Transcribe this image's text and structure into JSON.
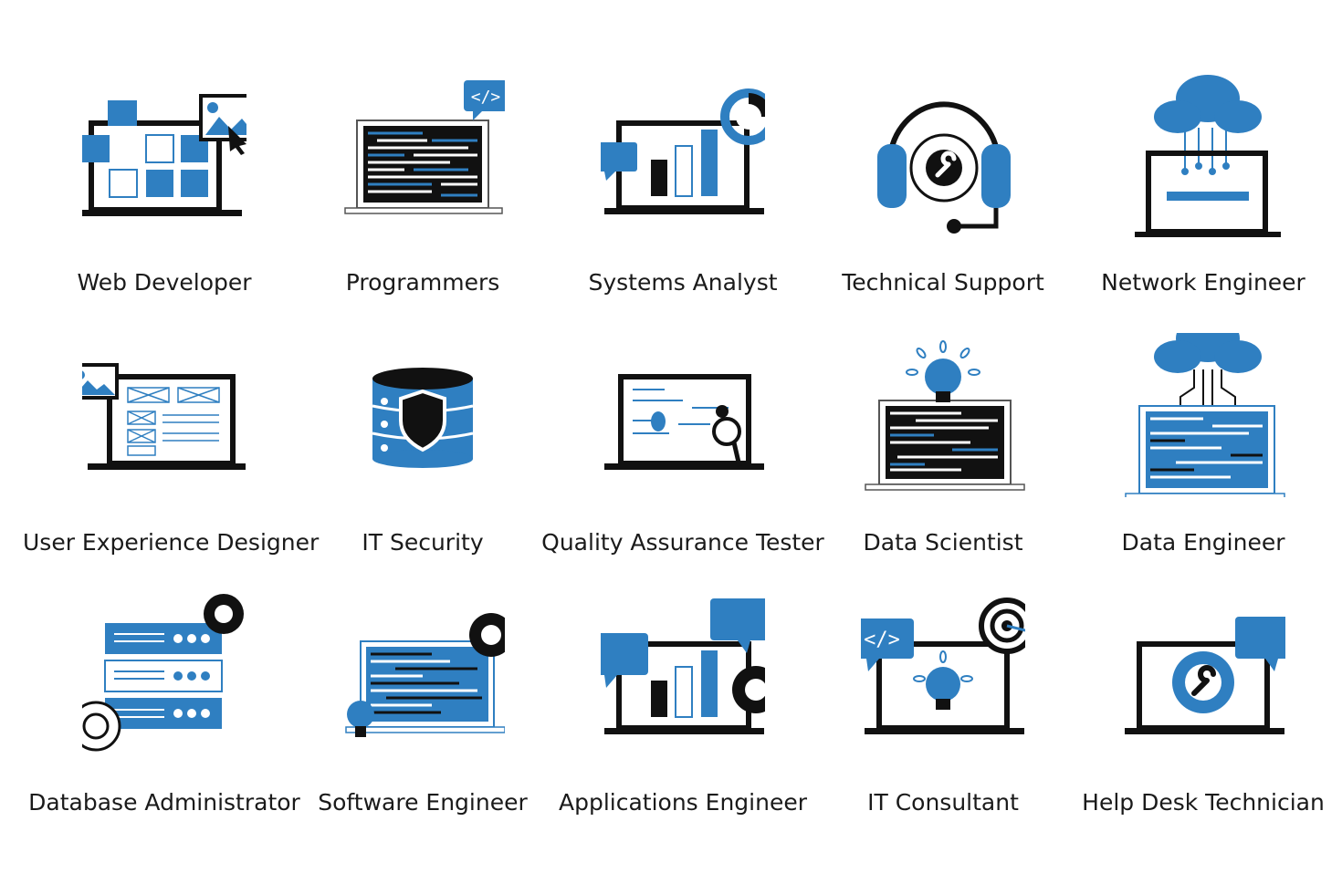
{
  "colors": {
    "accent": "#2f7fc1",
    "ink": "#111111",
    "paper": "#ffffff"
  },
  "tiles": [
    {
      "label": "Web Developer",
      "icon": "web-developer-icon"
    },
    {
      "label": "Programmers",
      "icon": "programmers-icon"
    },
    {
      "label": "Systems Analyst",
      "icon": "systems-analyst-icon"
    },
    {
      "label": "Technical Support",
      "icon": "technical-support-icon"
    },
    {
      "label": "Network Engineer",
      "icon": "network-engineer-icon"
    },
    {
      "label": "User Experience Designer",
      "icon": "ux-designer-icon"
    },
    {
      "label": "IT Security",
      "icon": "it-security-icon"
    },
    {
      "label": "Quality Assurance Tester",
      "icon": "qa-tester-icon"
    },
    {
      "label": "Data Scientist",
      "icon": "data-scientist-icon"
    },
    {
      "label": "Data Engineer",
      "icon": "data-engineer-icon"
    },
    {
      "label": "Database Administrator",
      "icon": "database-administrator-icon"
    },
    {
      "label": "Software Engineer",
      "icon": "software-engineer-icon"
    },
    {
      "label": "Applications Engineer",
      "icon": "applications-engineer-icon"
    },
    {
      "label": "IT Consultant",
      "icon": "it-consultant-icon"
    },
    {
      "label": "Help Desk Technician",
      "icon": "help-desk-technician-icon"
    }
  ]
}
